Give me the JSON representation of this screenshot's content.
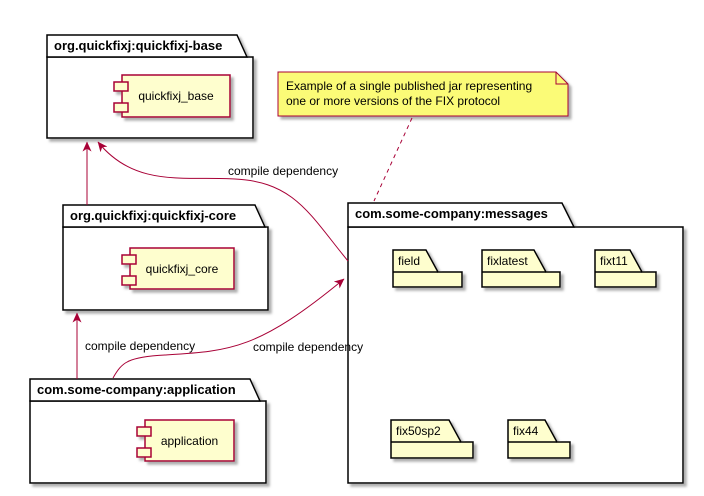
{
  "diagram_type": "package-dependency-diagram",
  "packages": {
    "base": {
      "title": "org.quickfixj:quickfixj-base",
      "component": "quickfixj_base"
    },
    "core": {
      "title": "org.quickfixj:quickfixj-core",
      "component": "quickfixj_core"
    },
    "app": {
      "title": "com.some-company:application",
      "component": "application"
    },
    "messages": {
      "title": "com.some-company:messages",
      "folders": [
        "field",
        "fixlatest",
        "fixt11",
        "fix50sp2",
        "fix44"
      ]
    }
  },
  "note": {
    "line1": "Example of a single published jar representing",
    "line2": "one or more versions of the FIX protocol"
  },
  "edges": {
    "messages_to_base": {
      "label": "compile dependency"
    },
    "app_to_core": {
      "label": "compile dependency"
    },
    "app_to_messages": {
      "label": "compile dependency"
    },
    "core_to_base": {
      "label": ""
    }
  },
  "colors": {
    "arrow": "#A80036",
    "node_border": "#A80036",
    "package_border": "#000000",
    "node_fill": "#FEFECE",
    "note_fill": "#FBFB77",
    "package_fill": "#FFFFFF"
  }
}
